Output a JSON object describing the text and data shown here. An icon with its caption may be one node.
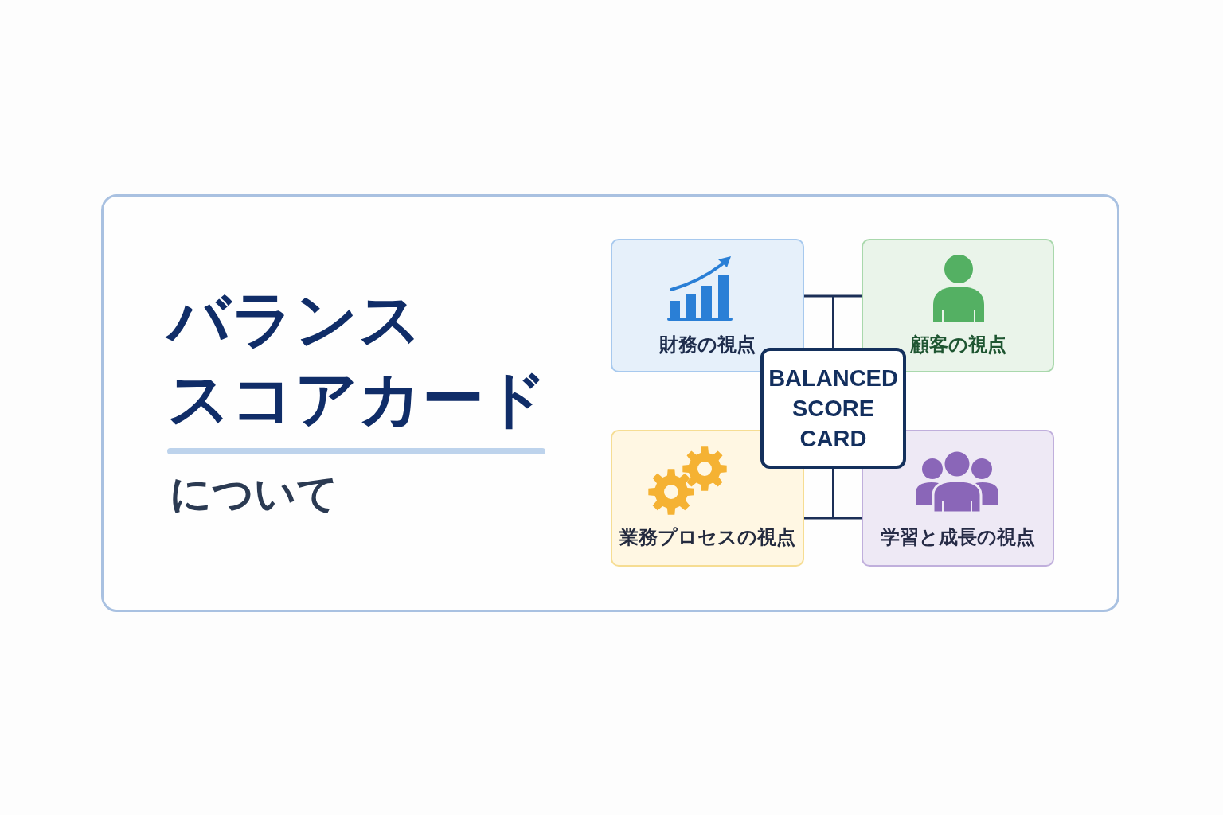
{
  "diagram": {
    "nodes": [
      {
        "text": [
          "バランススコアカード",
          "について"
        ]
      },
      {
        "text": [
          "財務の視点"
        ],
        "in": 0
      },
      {
        "text": [
          "顧客の視点"
        ],
        "in": 0
      },
      {
        "text": [
          "BALANCED SCORE CARD"
        ],
        "in": 0
      },
      {
        "text": [
          "業務プロセスの視点"
        ],
        "in": 0
      },
      {
        "text": [
          "学習と成長の視点"
        ],
        "in": 0
      }
    ],
    "edges": [
      {
        "from": 3,
        "to": 1,
        "arrow": "none"
      },
      {
        "from": 3,
        "to": 2,
        "arrow": "none"
      },
      {
        "from": 3,
        "to": 4,
        "arrow": "none"
      },
      {
        "from": 3,
        "to": 5,
        "arrow": "none"
      }
    ]
  }
}
